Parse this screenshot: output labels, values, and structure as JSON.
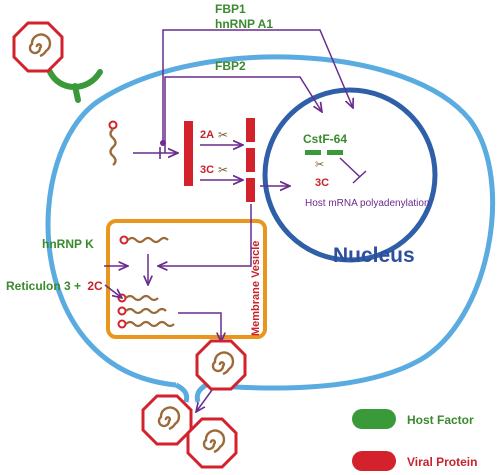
{
  "labels": {
    "fbp1": "FBP1",
    "hnrnp_a1": "hnRNP A1",
    "fbp2": "FBP2",
    "cstf64": "CstF-64",
    "protease_2a": "2A",
    "protease_3c": "3C",
    "nucleus_3c": "3C",
    "host_mrna": "Host mRNA polyadenylation",
    "nucleus": "Nucleus",
    "hnrnp_k": "hnRNP K",
    "reticulon": "Reticulon 3 +",
    "protein_2c": "2C",
    "membrane_vesicle": "Membrane Vesicle"
  },
  "legend": {
    "host_factor": "Host Factor",
    "viral_protein": "Viral Protein"
  },
  "colors": {
    "cell_membrane": "#5aace0",
    "nucleus": "#2f5fa8",
    "vesicle": "#e8961e",
    "host_factor": "#3a9a3a",
    "viral_protein": "#d3222c",
    "arrow": "#6a2c8e",
    "rna": "#9a6a3a"
  }
}
